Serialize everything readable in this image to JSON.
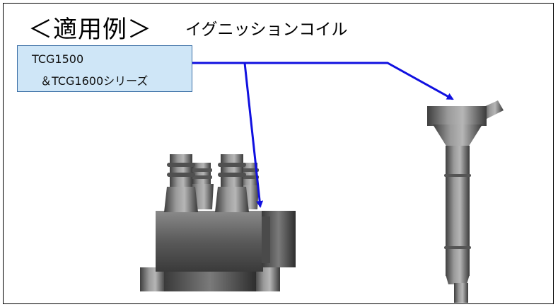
{
  "slide": {
    "title": "＜適用例＞",
    "subtitle": "イグニッションコイル"
  },
  "label": {
    "line1": "TCG1500",
    "line2": "＆TCG1600シリーズ"
  },
  "colors": {
    "arrow": "#1010e0",
    "label_fill": "#cfe6f7",
    "label_border": "#3a6ea5",
    "part_gray": "#6e6e6e"
  }
}
